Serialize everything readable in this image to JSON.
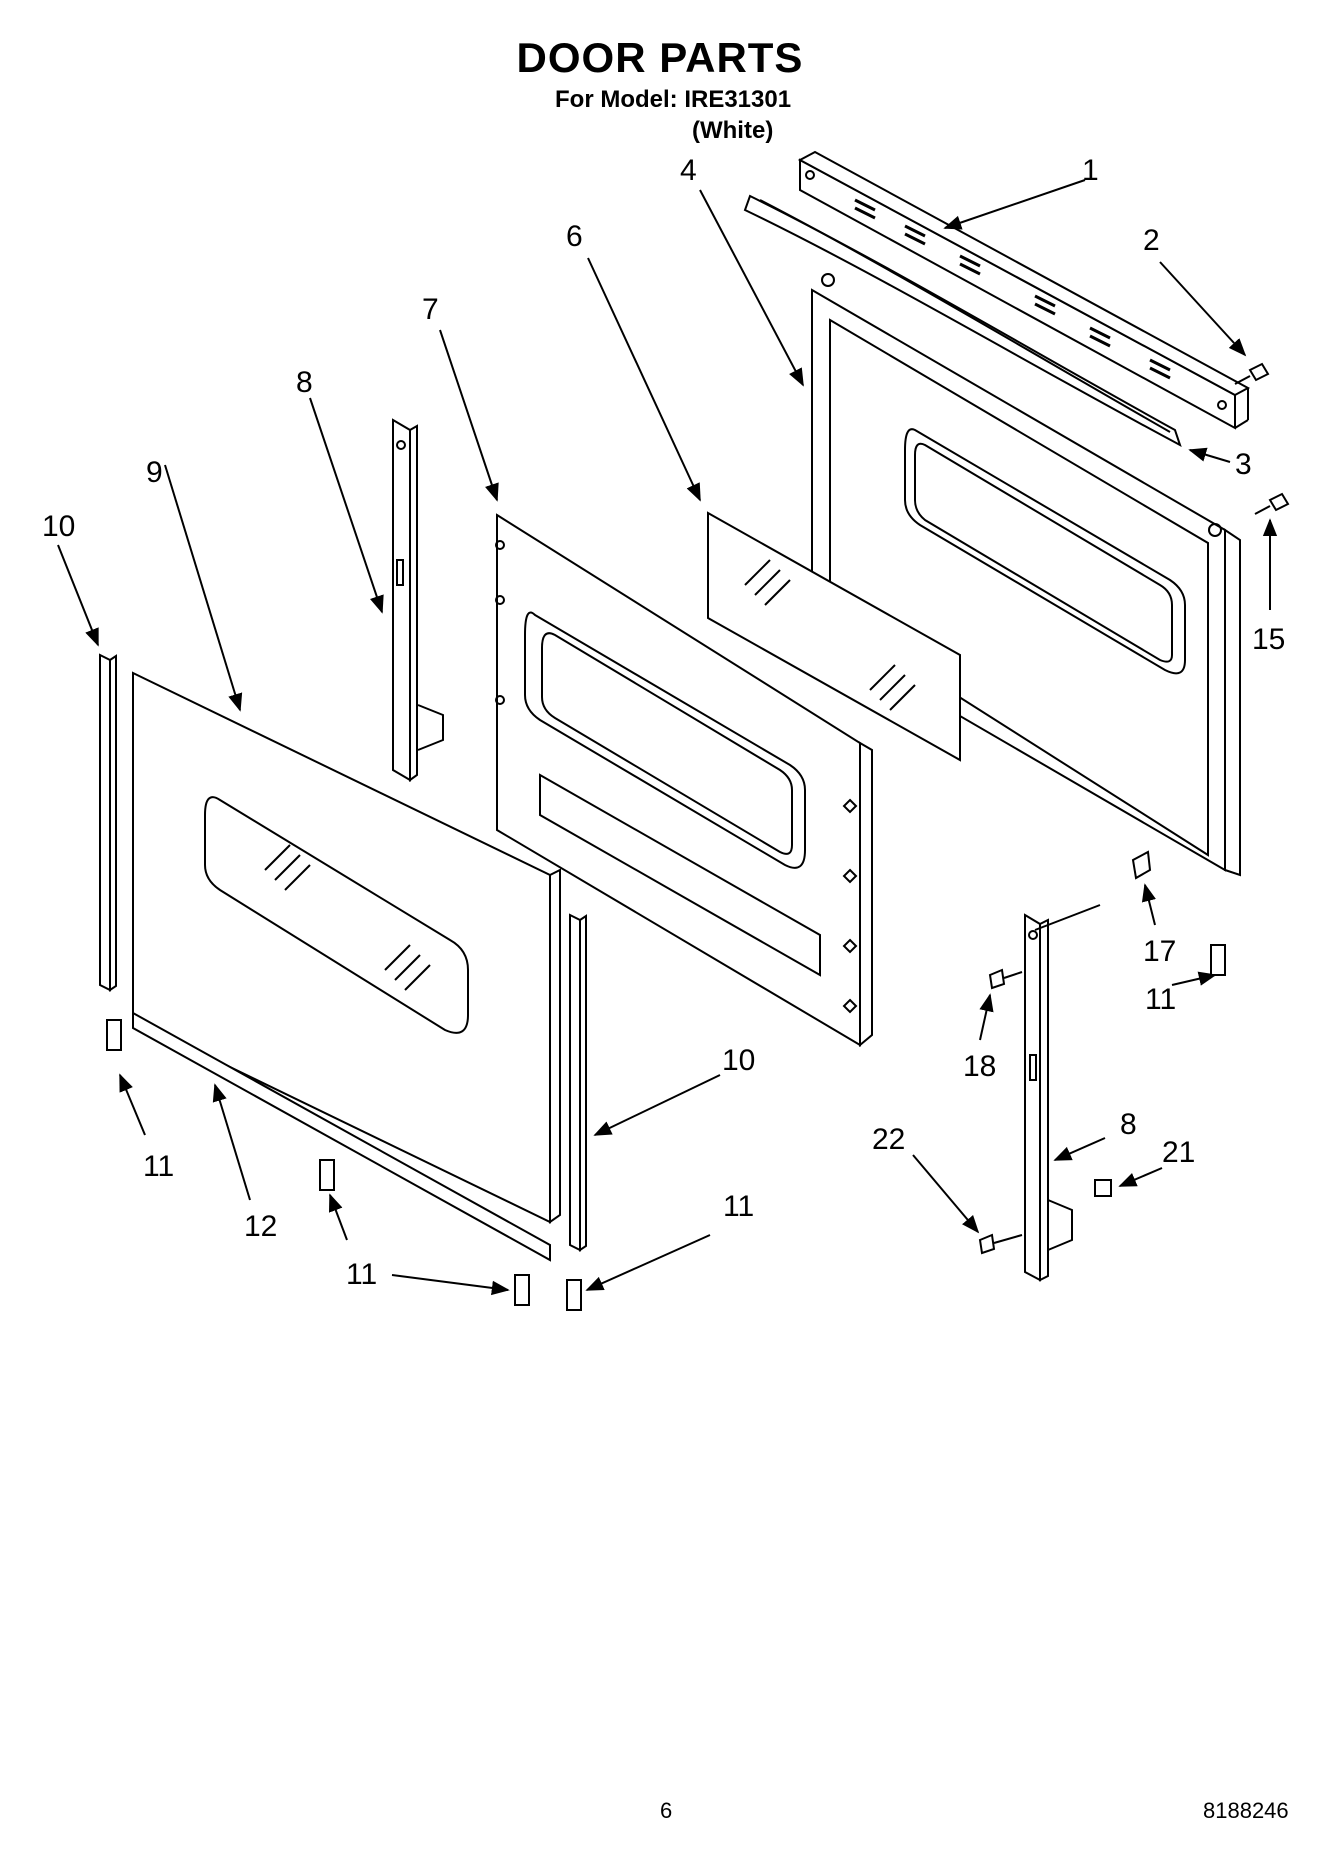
{
  "header": {
    "title": "DOOR PARTS",
    "model_line": "For Model: IRE31301",
    "color_line": "(White)"
  },
  "callouts": [
    "1",
    "2",
    "3",
    "4",
    "6",
    "7",
    "8",
    "9",
    "10",
    "10",
    "11",
    "11",
    "11",
    "11",
    "12",
    "15",
    "17",
    "11",
    "18",
    "8",
    "22",
    "21",
    "11"
  ],
  "footer": {
    "page_number": "6",
    "document_number": "8188246"
  }
}
